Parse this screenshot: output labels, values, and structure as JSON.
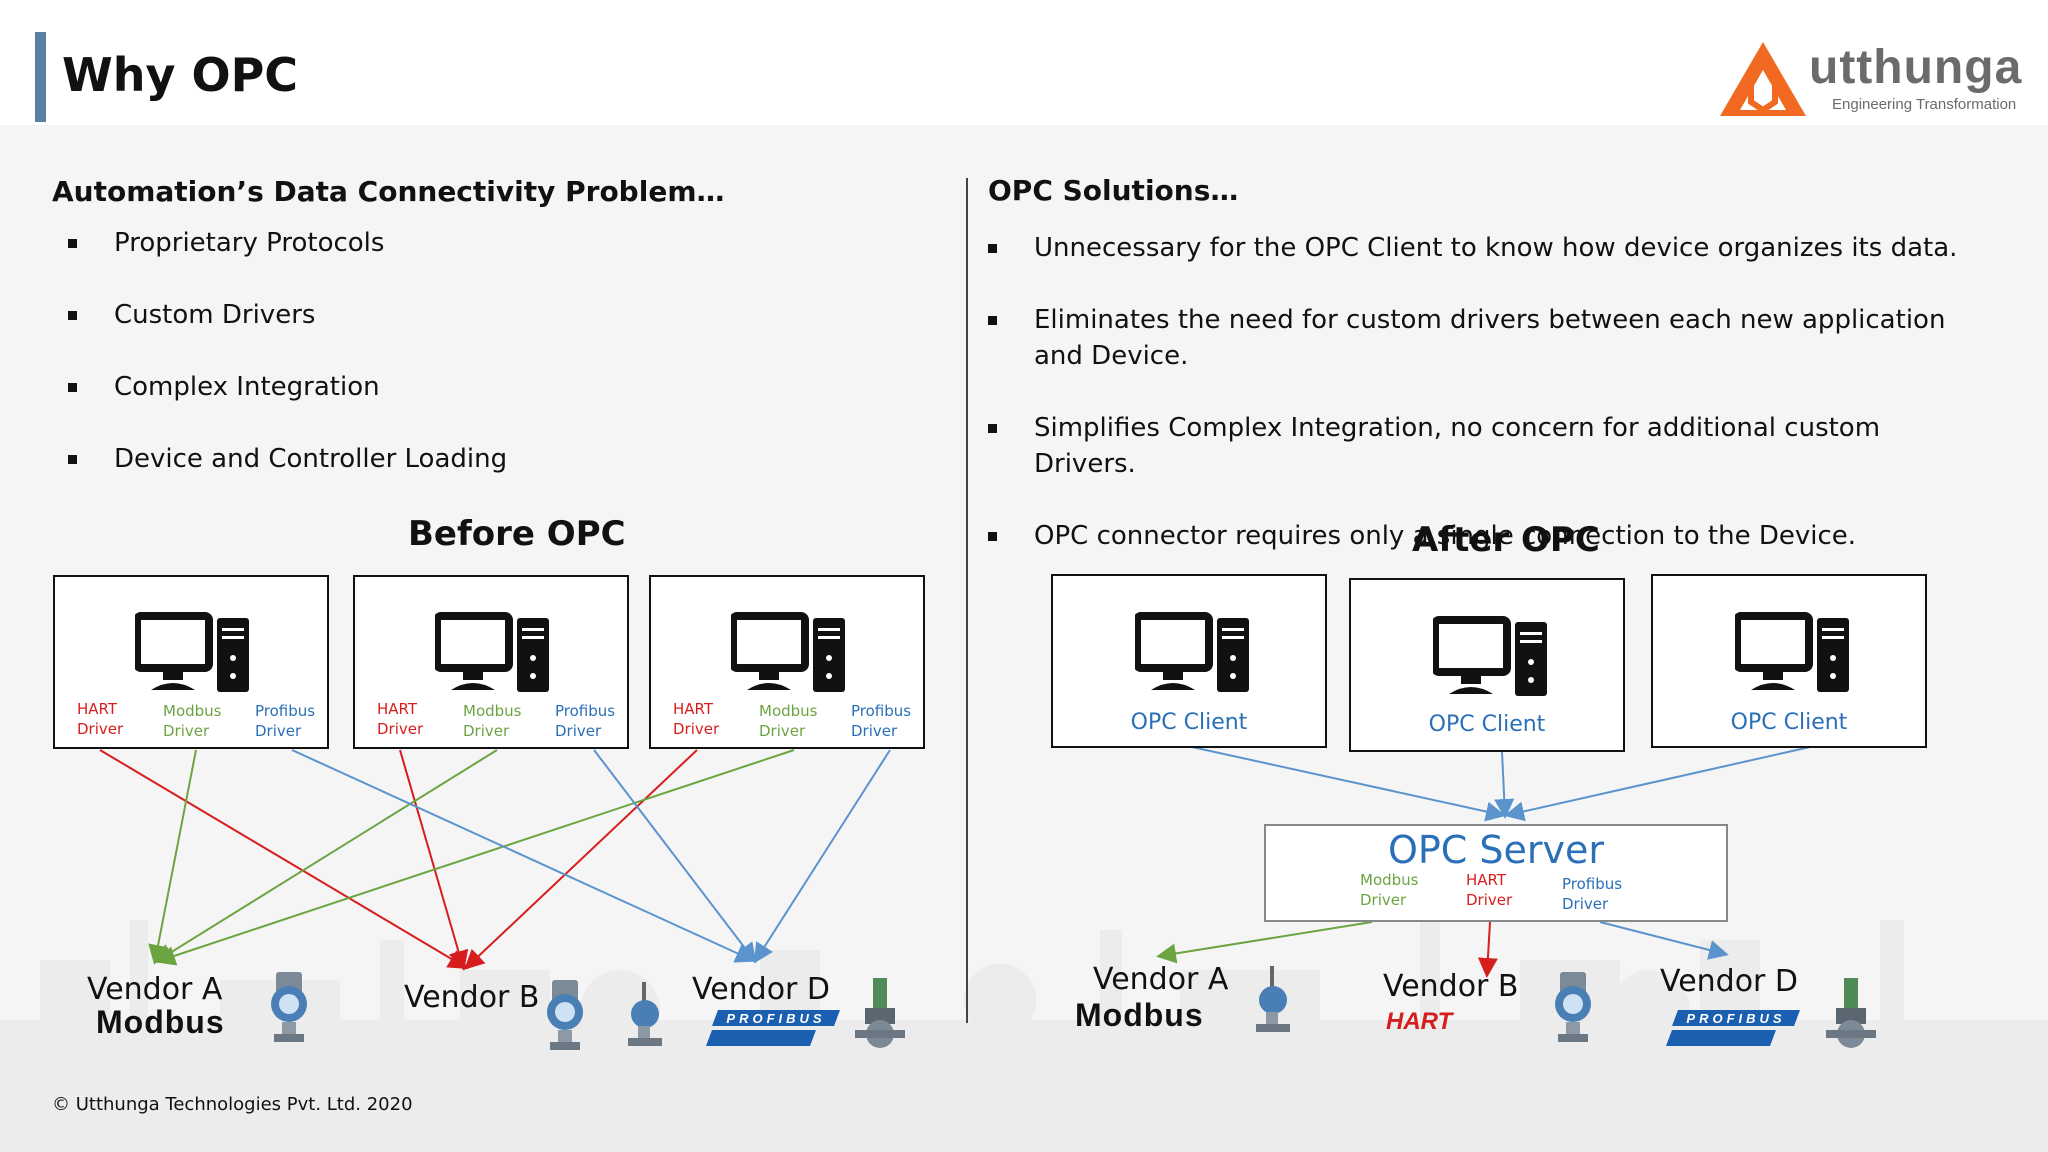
{
  "title": "Why OPC",
  "logo": {
    "name": "utthunga",
    "tagline": "Engineering Transformation"
  },
  "left": {
    "heading": "Automation’s Data Connectivity Problem…",
    "bullets": [
      "Proprietary Protocols",
      "Custom Drivers",
      "Complex Integration",
      "Device and Controller Loading"
    ],
    "diagram_title": "Before OPC",
    "boxes": [
      {
        "drivers": [
          {
            "label": "HART",
            "sub": "Driver"
          },
          {
            "label": "Modbus",
            "sub": "Driver"
          },
          {
            "label": "Profibus",
            "sub": "Driver"
          }
        ]
      },
      {
        "drivers": [
          {
            "label": "HART",
            "sub": "Driver"
          },
          {
            "label": "Modbus",
            "sub": "Driver"
          },
          {
            "label": "Profibus",
            "sub": "Driver"
          }
        ]
      },
      {
        "drivers": [
          {
            "label": "HART",
            "sub": "Driver"
          },
          {
            "label": "Modbus",
            "sub": "Driver"
          },
          {
            "label": "Profibus",
            "sub": "Driver"
          }
        ]
      }
    ],
    "vendors": [
      {
        "name": "Vendor A",
        "protocol_logo": "Modbus"
      },
      {
        "name": "Vendor B"
      },
      {
        "name": "Vendor D",
        "protocol_logo": "PROFIBUS"
      }
    ]
  },
  "right": {
    "heading": "OPC Solutions…",
    "bullets": [
      "Unnecessary for the OPC Client to know how device organizes its data.",
      "Eliminates the need for custom drivers between each new application and Device.",
      "Simplifies Complex Integration, no concern for additional custom Drivers.",
      "OPC connector requires only a single connection to the Device."
    ],
    "diagram_title": "After OPC",
    "clients": [
      "OPC Client",
      "OPC Client",
      "OPC Client"
    ],
    "server": {
      "title": "OPC Server",
      "drivers": [
        {
          "label": "Modbus",
          "sub": "Driver"
        },
        {
          "label": "HART",
          "sub": "Driver"
        },
        {
          "label": "Profibus",
          "sub": "Driver"
        }
      ]
    },
    "vendors": [
      {
        "name": "Vendor A",
        "protocol_logo": "Modbus"
      },
      {
        "name": "Vendor B",
        "protocol_logo": "HART"
      },
      {
        "name": "Vendor D",
        "protocol_logo": "PROFIBUS"
      }
    ]
  },
  "colors": {
    "hart": "#d71e1e",
    "modbus": "#6ca442",
    "profibus": "#2a6fb7",
    "logo_orange": "#f26a21",
    "accent_bar": "#5b7fa3"
  },
  "footer": "© Utthunga Technologies Pvt. Ltd. 2020"
}
